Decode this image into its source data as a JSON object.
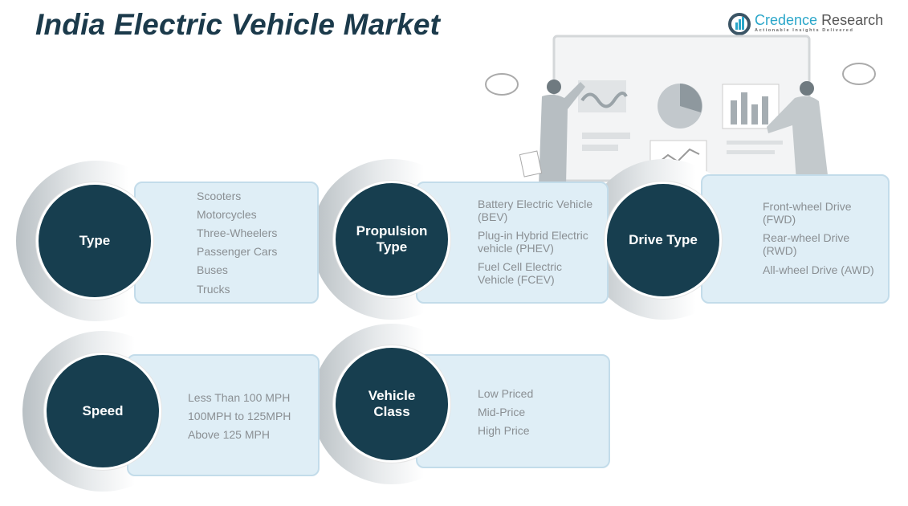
{
  "title": "India Electric Vehicle Market",
  "logo": {
    "brand_part1": "Credence",
    "brand_part2": "Research",
    "tagline": "Actionable Insights Delivered"
  },
  "colors": {
    "circle": "#173e4f",
    "box": "#dfeef6",
    "box_border": "#c3dcea",
    "item_text": "#8a8f93",
    "title": "#1b3a4b"
  },
  "segments": [
    {
      "label": "Type",
      "items": [
        "Scooters",
        "Motorcycles",
        "Three-Wheelers",
        "Passenger Cars",
        "Buses",
        "Trucks"
      ]
    },
    {
      "label": "Propulsion Type",
      "items": [
        "Battery Electric Vehicle (BEV)",
        "Plug-in Hybrid Electric vehicle (PHEV)",
        "Fuel Cell Electric Vehicle (FCEV)"
      ]
    },
    {
      "label": "Drive Type",
      "items": [
        "Front-wheel Drive (FWD)",
        "Rear-wheel Drive (RWD)",
        "All-wheel Drive (AWD)"
      ]
    },
    {
      "label": "Speed",
      "items": [
        "Less Than 100 MPH",
        "100MPH to 125MPH",
        "Above 125 MPH"
      ]
    },
    {
      "label": "Vehicle Class",
      "items": [
        "Low Priced",
        "Mid-Price",
        "High Price"
      ]
    }
  ]
}
